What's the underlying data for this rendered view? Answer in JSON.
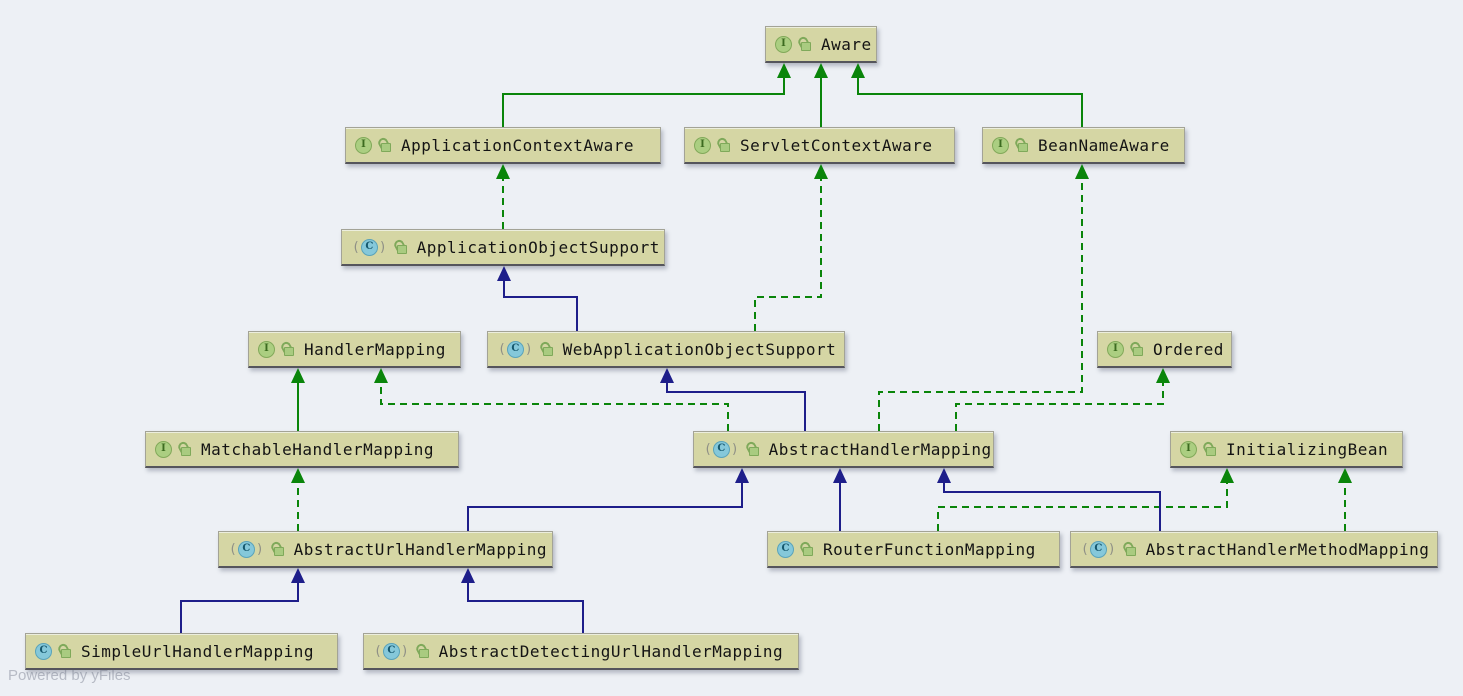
{
  "app": {
    "powered_by": "Powered by yFiles"
  },
  "icons": {
    "interface_letter": "I",
    "class_letter": "C",
    "paren_open": "(",
    "paren_close": ")",
    "lock": "unlocked-padlock"
  },
  "colors": {
    "background": "#edf0f5",
    "node_fill": "#d5d6a4",
    "interface_edge_green": "#0a850a",
    "extends_edge_navy": "#1e1e8a"
  },
  "diagram": {
    "nodes": [
      {
        "id": "aware",
        "label": "Aware",
        "kind": "interface"
      },
      {
        "id": "application-context-aware",
        "label": "ApplicationContextAware",
        "kind": "interface"
      },
      {
        "id": "servlet-context-aware",
        "label": "ServletContextAware",
        "kind": "interface"
      },
      {
        "id": "bean-name-aware",
        "label": "BeanNameAware",
        "kind": "interface"
      },
      {
        "id": "application-object-support",
        "label": "ApplicationObjectSupport",
        "kind": "abstract-class"
      },
      {
        "id": "handler-mapping",
        "label": "HandlerMapping",
        "kind": "interface"
      },
      {
        "id": "web-application-object-support",
        "label": "WebApplicationObjectSupport",
        "kind": "abstract-class"
      },
      {
        "id": "ordered",
        "label": "Ordered",
        "kind": "interface"
      },
      {
        "id": "matchable-handler-mapping",
        "label": "MatchableHandlerMapping",
        "kind": "interface"
      },
      {
        "id": "abstract-handler-mapping",
        "label": "AbstractHandlerMapping",
        "kind": "abstract-class"
      },
      {
        "id": "initializing-bean",
        "label": "InitializingBean",
        "kind": "interface"
      },
      {
        "id": "abstract-url-handler-mapping",
        "label": "AbstractUrlHandlerMapping",
        "kind": "abstract-class"
      },
      {
        "id": "router-function-mapping",
        "label": "RouterFunctionMapping",
        "kind": "class"
      },
      {
        "id": "abstract-handler-method-mapping",
        "label": "AbstractHandlerMethodMapping",
        "kind": "abstract-class"
      },
      {
        "id": "simple-url-handler-mapping",
        "label": "SimpleUrlHandlerMapping",
        "kind": "class"
      },
      {
        "id": "abstract-detecting-url-handler-mapping",
        "label": "AbstractDetectingUrlHandlerMapping",
        "kind": "abstract-class"
      }
    ],
    "edges": [
      {
        "from": "ApplicationContextAware",
        "to": "Aware",
        "relation": "extends"
      },
      {
        "from": "ServletContextAware",
        "to": "Aware",
        "relation": "extends"
      },
      {
        "from": "BeanNameAware",
        "to": "Aware",
        "relation": "extends"
      },
      {
        "from": "ApplicationObjectSupport",
        "to": "ApplicationContextAware",
        "relation": "implements"
      },
      {
        "from": "WebApplicationObjectSupport",
        "to": "ApplicationObjectSupport",
        "relation": "extends"
      },
      {
        "from": "WebApplicationObjectSupport",
        "to": "ServletContextAware",
        "relation": "implements"
      },
      {
        "from": "MatchableHandlerMapping",
        "to": "HandlerMapping",
        "relation": "extends"
      },
      {
        "from": "AbstractHandlerMapping",
        "to": "HandlerMapping",
        "relation": "implements"
      },
      {
        "from": "AbstractHandlerMapping",
        "to": "WebApplicationObjectSupport",
        "relation": "extends"
      },
      {
        "from": "AbstractHandlerMapping",
        "to": "BeanNameAware",
        "relation": "implements"
      },
      {
        "from": "AbstractHandlerMapping",
        "to": "Ordered",
        "relation": "implements"
      },
      {
        "from": "AbstractUrlHandlerMapping",
        "to": "MatchableHandlerMapping",
        "relation": "implements"
      },
      {
        "from": "AbstractUrlHandlerMapping",
        "to": "AbstractHandlerMapping",
        "relation": "extends"
      },
      {
        "from": "RouterFunctionMapping",
        "to": "AbstractHandlerMapping",
        "relation": "extends"
      },
      {
        "from": "RouterFunctionMapping",
        "to": "InitializingBean",
        "relation": "implements"
      },
      {
        "from": "AbstractHandlerMethodMapping",
        "to": "AbstractHandlerMapping",
        "relation": "extends"
      },
      {
        "from": "AbstractHandlerMethodMapping",
        "to": "InitializingBean",
        "relation": "implements"
      },
      {
        "from": "SimpleUrlHandlerMapping",
        "to": "AbstractUrlHandlerMapping",
        "relation": "extends"
      },
      {
        "from": "AbstractDetectingUrlHandlerMapping",
        "to": "AbstractUrlHandlerMapping",
        "relation": "extends"
      }
    ]
  }
}
